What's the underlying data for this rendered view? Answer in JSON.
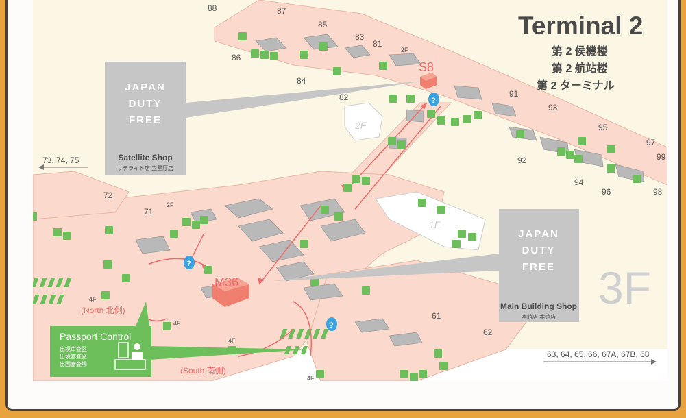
{
  "terminal": {
    "title": "Terminal 2",
    "jp1": "第 2 侯機楼",
    "jp2": "第 2 航站楼",
    "jp3": "第 2 ターミナル"
  },
  "floor": "3F",
  "shops": {
    "satellite": {
      "brand1": "JAPAN",
      "brand2": "DUTY",
      "brand3": "FREE",
      "name": "Satellite Shop",
      "sub": "サテライト店 卫星厅店",
      "code": "S8"
    },
    "main": {
      "brand1": "JAPAN",
      "brand2": "DUTY",
      "brand3": "FREE",
      "name": "Main Building Shop",
      "sub": "本館店 本馆店",
      "code": "M36"
    }
  },
  "passport": {
    "title": "Passport Control",
    "l1": "出境审查区",
    "l2": "出境審査區",
    "l3": "出国審査場"
  },
  "zones": {
    "north": "(North 北側)",
    "south": "(South 南側)"
  },
  "directions": {
    "left": "73, 74, 75",
    "right": "63, 64, 65, 66, 67A, 67B, 68"
  },
  "gates": [
    "88",
    "87",
    "85",
    "83",
    "81",
    "86",
    "84",
    "82",
    "91",
    "93",
    "95",
    "97",
    "99",
    "92",
    "94",
    "96",
    "98",
    "72",
    "71",
    "61",
    "62"
  ],
  "floor_labels": {
    "f2": "2F",
    "f1": "1F",
    "f4": "4F"
  },
  "colors": {
    "accent": "#f06a6a",
    "green": "#6cbf5a",
    "corridor": "#fbd9cc",
    "building": "#b9b9b9",
    "shop_box": "#c6c6c6",
    "frame": "#e8a33c"
  }
}
